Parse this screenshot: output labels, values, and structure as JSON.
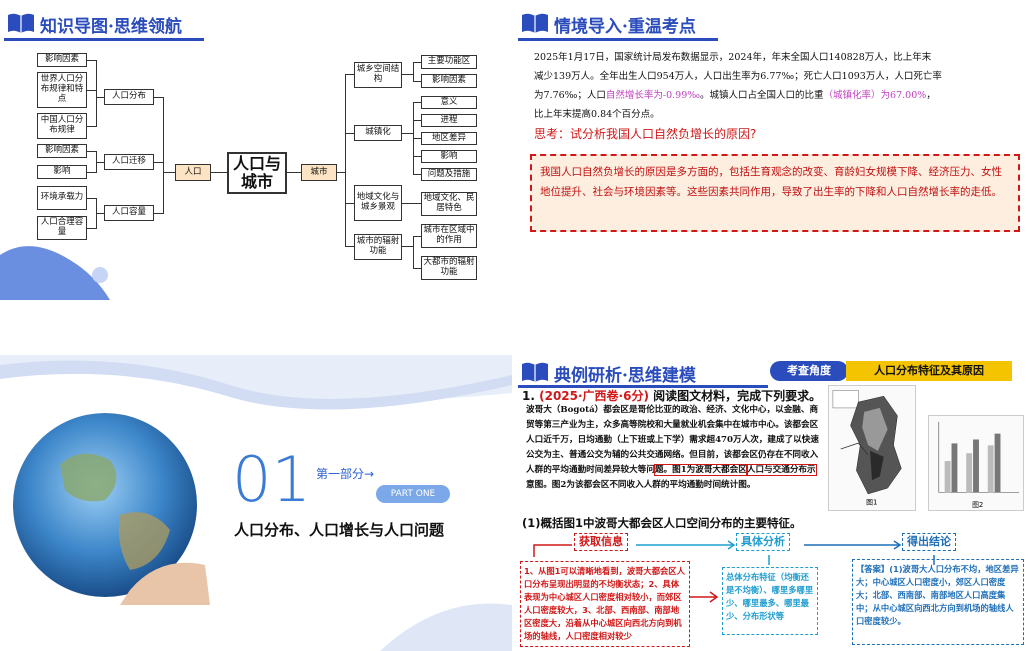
{
  "slide1": {
    "title": "知识导图·思维领航",
    "center": "人口与城市",
    "left_mid": "人口",
    "right_mid": "城市",
    "left_groups": [
      {
        "label": "人口分布",
        "items": [
          "影响因素",
          "世界人口分布规律和特点",
          "中国人口分布规律"
        ]
      },
      {
        "label": "人口迁移",
        "items": [
          "影响因素",
          "影响"
        ]
      },
      {
        "label": "人口容量",
        "items": [
          "环境承载力",
          "人口合理容量"
        ]
      }
    ],
    "right_groups": [
      {
        "label": "城乡空间结构",
        "items": [
          "主要功能区",
          "影响因素"
        ]
      },
      {
        "label": "城镇化",
        "items": [
          "意义",
          "进程",
          "地区差异",
          "影响",
          "问题及措施"
        ]
      },
      {
        "label": "地域文化与城乡景观",
        "items": [
          "地域文化、民居特色"
        ]
      },
      {
        "label": "城市的辐射功能",
        "items": [
          "城市在区域中的作用",
          "大都市的辐射功能"
        ]
      }
    ]
  },
  "slide2": {
    "title": "情境导入·重温考点",
    "para_line1": "2025年1月17日，国家统计局发布数据显示，2024年，年末全国人口140828万人，比上年末",
    "para_line2": "减少139万人。全年出生人口954万人，人口出生率为6.77‰；死亡人口1093万人，人口死亡率",
    "para_line3a": "为7.76‰；人口",
    "para_line3b": "自然增长率为-0.99‰",
    "para_line3c": "。城镇人口占全国人口的比重",
    "para_line3d": "（城镇化率）为67.00%",
    "para_line3e": "，",
    "para_line4": "比上年末提高0.84个百分点。",
    "question": "思考：试分析我国人口自然负增长的原因?",
    "answer": "我国人口自然负增长的原因是多方面的，包括生育观念的改变、育龄妇女规模下降、经济压力、女性地位提升、社会与环境因素等。这些因素共同作用，导致了出生率的下降和人口自然增长率的走低。"
  },
  "slide3": {
    "number": "01",
    "part_label": "第一部分→",
    "part_pill": "PART ONE",
    "heading": "人口分布、人口增长与人口问题"
  },
  "slide4": {
    "title": "典例研析·思维建模",
    "tag_angle": "考查角度",
    "tag_topic": "人口分布特征及其原因",
    "q_num": "1.",
    "q_source": "(2025·广西卷·6分)",
    "q_prompt": "阅读图文材料，完成下列要求。",
    "body1": "波哥大（Bogotá）都会区是哥伦比亚的政治、经济、文化中心，以金融、商贸等第三产业为主，众多高等院校和大量就业机会集中在城市中心。该都会区人口近千万，日均通勤（上下班或上下学）需求超470万人次，建成了以快速公交为主、普通公交为辅的公共交通网络。但目前，该都会区仍存在不同收入人群的平均通勤时间差异较大等问",
    "body_hl1": "题。图1为波哥大都会区",
    "body_hl2": "人口与交通分布示",
    "body2": "意图。图2为该都会区不同收入人群的平均通勤时间统计图。",
    "sub_q": "(1)概括图1中波哥大都会区人口空间分布的主要特征。",
    "fig1": "图1",
    "fig2": "图2",
    "step1": "获取信息",
    "step2": "具体分析",
    "step3": "得出结论",
    "info": "1、从图1可以清晰地看到，波哥大都会区人口分布呈现出明显的不均衡状态；2、具体表现为中心城区人口密度相对较小，而郊区人口密度较大，3、北部、西南部、南部地区密度大，沿着从中心城区向西北方向到机场的轴线，人口密度相对较少",
    "analysis": "总体分布特征（均衡还是不均衡）、哪里多哪里少、哪里最多、哪里最少、分布形状等",
    "conclusion": "【答案】(1)波哥大人口分布不均，地区差异大；中心城区人口密度小，郊区人口密度大；北部、西南部、南部地区人口高度集中；从中心城区向西北方向到机场的轴线人口密度较少。"
  },
  "colors": {
    "brand_blue": "#2b4cbc",
    "accent_red": "#d01818",
    "accent_yellow": "#f4c400"
  }
}
